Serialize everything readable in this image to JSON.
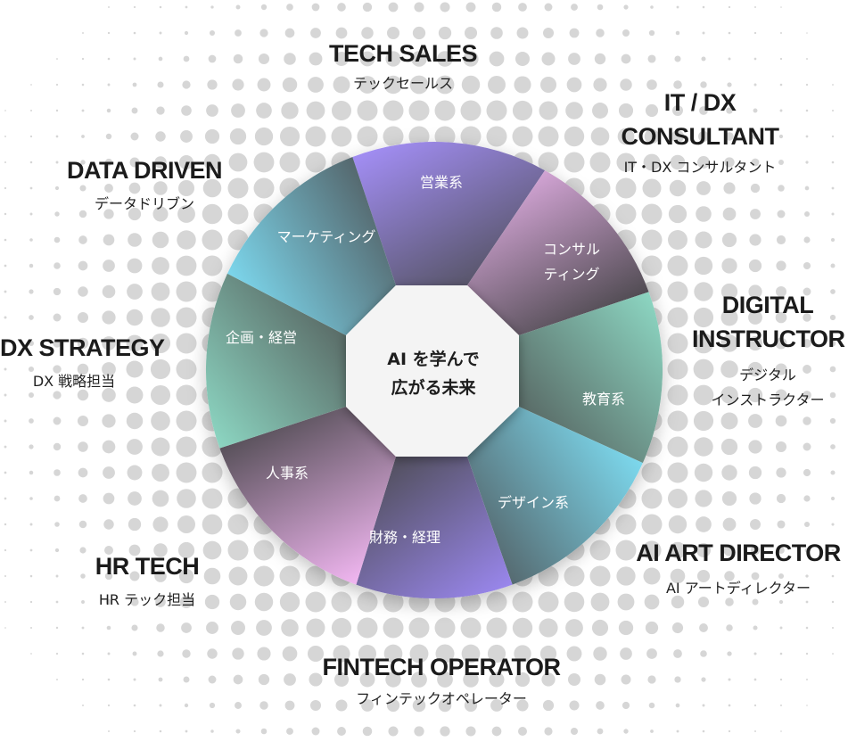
{
  "diagram": {
    "center": {
      "line1": "AI を学んで",
      "line2": "広がる未来"
    },
    "segments": [
      {
        "key": "sales",
        "line1": "営業系"
      },
      {
        "key": "consult",
        "line1": "コンサル",
        "line2": "ティング"
      },
      {
        "key": "education",
        "line1": "教育系"
      },
      {
        "key": "design",
        "line1": "デザイン系"
      },
      {
        "key": "finance",
        "line1": "財務・経理"
      },
      {
        "key": "hr",
        "line1": "人事系"
      },
      {
        "key": "planning",
        "line1": "企画・経営"
      },
      {
        "key": "marketing",
        "line1": "マーケティング"
      }
    ],
    "careers": [
      {
        "key": "tech-sales",
        "title": "TECH SALES",
        "subtitle": "テックセールス"
      },
      {
        "key": "it-dx",
        "title_line1": "IT / DX",
        "title_line2": "CONSULTANT",
        "subtitle": "IT・DX コンサルタント"
      },
      {
        "key": "digital",
        "title_line1": "DIGITAL",
        "title_line2": "INSTRUCTOR",
        "subtitle_line1": "デジタル",
        "subtitle_line2": "インストラクター"
      },
      {
        "key": "ai-art",
        "title": "AI ART DIRECTOR",
        "subtitle": "AI アートディレクター"
      },
      {
        "key": "fintech",
        "title": "FINTECH OPERATOR",
        "subtitle": "フィンテックオペレーター"
      },
      {
        "key": "hr-tech",
        "title": "HR TECH",
        "subtitle": "HR テック担当"
      },
      {
        "key": "dx-strategy",
        "title": "DX STRATEGY",
        "subtitle": "DX 戦略担当"
      },
      {
        "key": "data-driven",
        "title": "DATA DRIVEN",
        "subtitle": "データドリブン"
      }
    ]
  },
  "colors": {
    "purple": "#9b87ee",
    "pink": "#efb6ef",
    "mint": "#8fd8c4",
    "sky": "#7fdcf4",
    "dark": "#4d4d4d",
    "dots": "#d6d6d6"
  }
}
